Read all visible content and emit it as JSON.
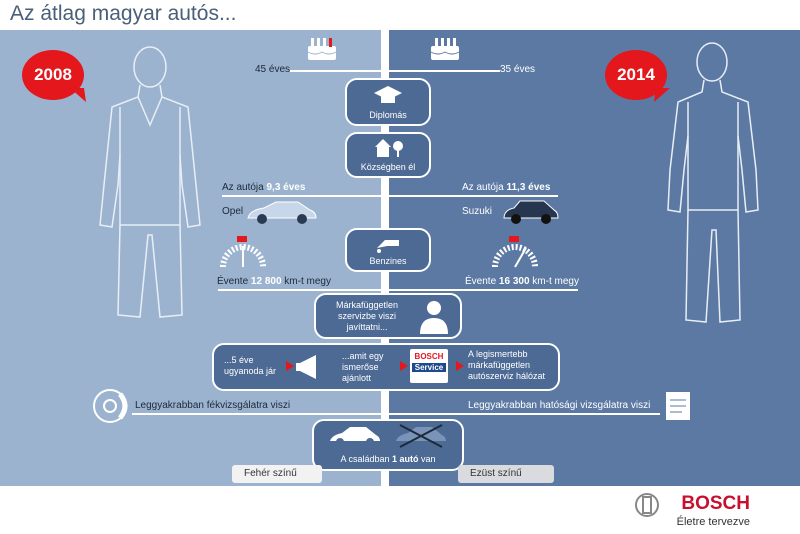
{
  "title": "Az átlag magyar autós...",
  "year_left": "2008",
  "year_right": "2014",
  "age_left": "45 éves",
  "age_right": "35 éves",
  "box_diploma": "Diplomás",
  "box_village": "Községben él",
  "car_age_left_pre": "Az autója ",
  "car_age_left_val": "9,3 éves",
  "car_age_right_pre": "Az autója ",
  "car_age_right_val": "11,3 éves",
  "brand_left": "Opel",
  "brand_right": "Suzuki",
  "box_fuel": "Benzines",
  "km_left_pre": "Évente ",
  "km_left_val": "12 800",
  "km_left_post": " km-t megy",
  "km_right_pre": "Évente ",
  "km_right_val": "16 300",
  "km_right_post": " km-t megy",
  "box_service": "Márkafüggetlen szervizbe viszi javíttatni...",
  "service_a": "...5 éve ugyanoda jár",
  "service_b": "...amit egy ismerőse ajánlott",
  "service_logo_top": "BOSCH",
  "service_logo_bottom": "Service",
  "service_c": "A legismertebb márkafüggetlen autószerviz hálózat",
  "inspect_left": "Leggyakrabban fékvizsgálatra viszi",
  "inspect_right": "Leggyakrabban hatósági vizsgálatra viszi",
  "family_pre": "A családban ",
  "family_val": "1 autó",
  "family_post": " van",
  "color_left": "Fehér színű",
  "color_right": "Ezüst színű",
  "brand": "BOSCH",
  "slogan": "Életre tervezve",
  "colors": {
    "left_bg": "#9bb3cf",
    "right_bg": "#5c79a3",
    "box_bg": "#4d6a94",
    "accent_red": "#e3171c",
    "brand_red": "#c8102e"
  }
}
